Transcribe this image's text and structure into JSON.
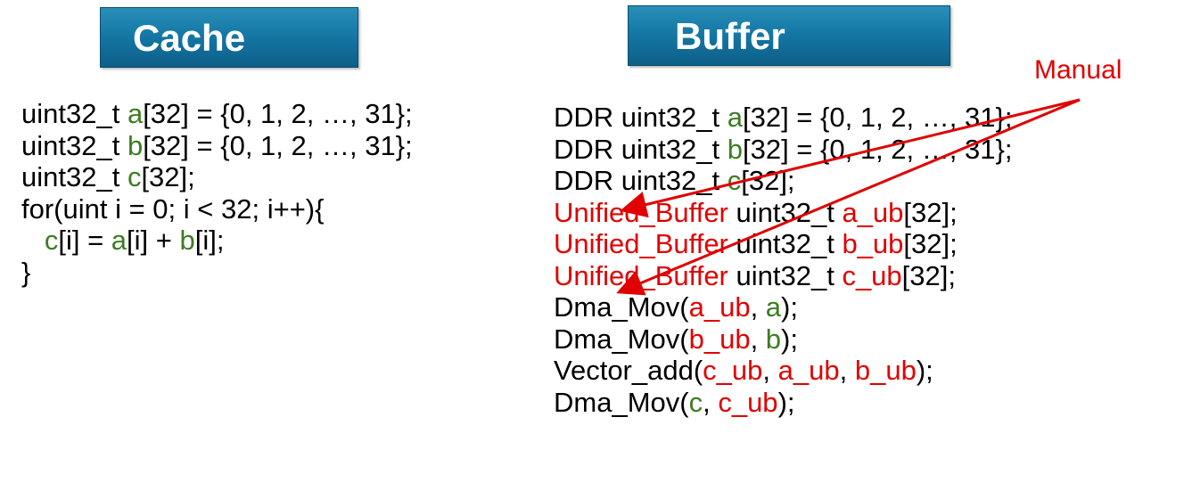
{
  "colors": {
    "header_bg": "#1578a6",
    "header_text": "#ffffff",
    "green": "#3c7d22",
    "red": "#e00000",
    "text": "#000000"
  },
  "cache": {
    "title": "Cache",
    "lines": [
      [
        {
          "t": "uint32_t ",
          "c": "plain"
        },
        {
          "t": "a",
          "c": "green"
        },
        {
          "t": "[32] = {0, 1, 2, …, 31};",
          "c": "plain"
        }
      ],
      [
        {
          "t": "uint32_t ",
          "c": "plain"
        },
        {
          "t": "b",
          "c": "green"
        },
        {
          "t": "[32] = {0, 1, 2, …, 31};",
          "c": "plain"
        }
      ],
      [
        {
          "t": "uint32_t ",
          "c": "plain"
        },
        {
          "t": "c",
          "c": "green"
        },
        {
          "t": "[32];",
          "c": "plain"
        }
      ],
      [
        {
          "t": "for(uint i = 0; i < 32; i++){",
          "c": "plain"
        }
      ],
      [
        {
          "t": "   ",
          "c": "plain"
        },
        {
          "t": "c",
          "c": "green"
        },
        {
          "t": "[i] = ",
          "c": "plain"
        },
        {
          "t": "a",
          "c": "green"
        },
        {
          "t": "[i] + ",
          "c": "plain"
        },
        {
          "t": "b",
          "c": "green"
        },
        {
          "t": "[i];",
          "c": "plain"
        }
      ],
      [
        {
          "t": "}",
          "c": "plain"
        }
      ]
    ]
  },
  "buffer": {
    "title": "Buffer",
    "annotation": "Manual",
    "lines": [
      [
        {
          "t": "DDR uint32_t ",
          "c": "plain"
        },
        {
          "t": "a",
          "c": "green"
        },
        {
          "t": "[32] = {0, 1, 2, …, 31};",
          "c": "plain"
        }
      ],
      [
        {
          "t": "DDR uint32_t ",
          "c": "plain"
        },
        {
          "t": "b",
          "c": "green"
        },
        {
          "t": "[32] = {0, 1, 2, …, 31};",
          "c": "plain"
        }
      ],
      [
        {
          "t": "DDR uint32_t ",
          "c": "plain"
        },
        {
          "t": "c",
          "c": "green"
        },
        {
          "t": "[32];",
          "c": "plain"
        }
      ],
      [
        {
          "t": "Unified_Buffer",
          "c": "red"
        },
        {
          "t": " uint32_t ",
          "c": "plain"
        },
        {
          "t": "a_ub",
          "c": "red"
        },
        {
          "t": "[32];",
          "c": "plain"
        }
      ],
      [
        {
          "t": "Unified_Buffer",
          "c": "red"
        },
        {
          "t": " uint32_t ",
          "c": "plain"
        },
        {
          "t": "b_ub",
          "c": "red"
        },
        {
          "t": "[32];",
          "c": "plain"
        }
      ],
      [
        {
          "t": "Unified_Buffer",
          "c": "red"
        },
        {
          "t": " uint32_t ",
          "c": "plain"
        },
        {
          "t": "c_ub",
          "c": "red"
        },
        {
          "t": "[32];",
          "c": "plain"
        }
      ],
      [
        {
          "t": "Dma_Mov(",
          "c": "plain"
        },
        {
          "t": "a_ub",
          "c": "red"
        },
        {
          "t": ", ",
          "c": "plain"
        },
        {
          "t": "a",
          "c": "green"
        },
        {
          "t": ");",
          "c": "plain"
        }
      ],
      [
        {
          "t": "Dma_Mov(",
          "c": "plain"
        },
        {
          "t": "b_ub",
          "c": "red"
        },
        {
          "t": ", ",
          "c": "plain"
        },
        {
          "t": "b",
          "c": "green"
        },
        {
          "t": ");",
          "c": "plain"
        }
      ],
      [
        {
          "t": "Vector_add(",
          "c": "plain"
        },
        {
          "t": "c_ub",
          "c": "red"
        },
        {
          "t": ", ",
          "c": "plain"
        },
        {
          "t": "a_ub",
          "c": "red"
        },
        {
          "t": ", ",
          "c": "plain"
        },
        {
          "t": "b_ub",
          "c": "red"
        },
        {
          "t": ");",
          "c": "plain"
        }
      ],
      [
        {
          "t": "Dma_Mov(",
          "c": "plain"
        },
        {
          "t": "c",
          "c": "green"
        },
        {
          "t": ", ",
          "c": "plain"
        },
        {
          "t": "c_ub",
          "c": "red"
        },
        {
          "t": ");",
          "c": "plain"
        }
      ]
    ]
  }
}
